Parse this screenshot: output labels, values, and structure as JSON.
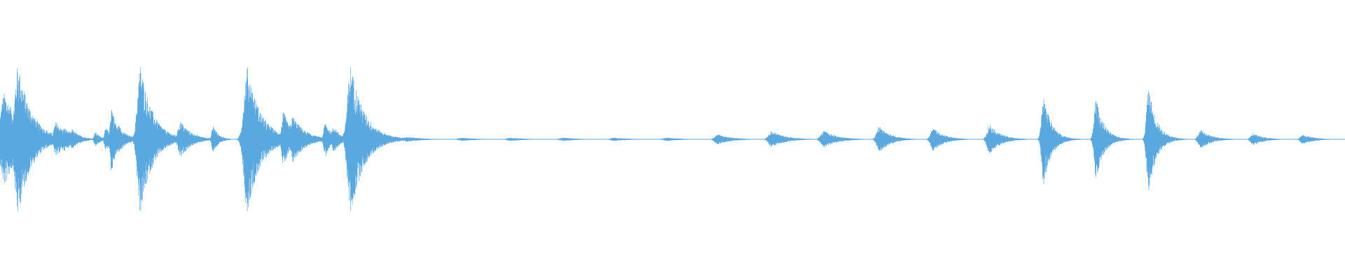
{
  "waveform": {
    "color": "#5aa8e0",
    "baseline_amplitude": 0.004,
    "duration": 1.0,
    "bursts": [
      {
        "t": 0.0035,
        "amp": 0.56,
        "decay": 0.012
      },
      {
        "t": 0.0135,
        "amp": 0.91,
        "decay": 0.01
      },
      {
        "t": 0.0235,
        "amp": 0.1,
        "decay": 0.012
      },
      {
        "t": 0.042,
        "amp": 0.21,
        "decay": 0.008
      },
      {
        "t": 0.048,
        "amp": 0.14,
        "decay": 0.008
      },
      {
        "t": 0.054,
        "amp": 0.12,
        "decay": 0.006
      },
      {
        "t": 0.071,
        "amp": 0.09,
        "decay": 0.004
      },
      {
        "t": 0.079,
        "amp": 0.14,
        "decay": 0.005
      },
      {
        "t": 0.083,
        "amp": 0.43,
        "decay": 0.004
      },
      {
        "t": 0.088,
        "amp": 0.18,
        "decay": 0.006
      },
      {
        "t": 0.1045,
        "amp": 0.9,
        "decay": 0.009
      },
      {
        "t": 0.1345,
        "amp": 0.22,
        "decay": 0.008
      },
      {
        "t": 0.142,
        "amp": 0.08,
        "decay": 0.005
      },
      {
        "t": 0.1585,
        "amp": 0.17,
        "decay": 0.004
      },
      {
        "t": 0.184,
        "amp": 0.88,
        "decay": 0.01
      },
      {
        "t": 0.195,
        "amp": 0.08,
        "decay": 0.008
      },
      {
        "t": 0.211,
        "amp": 0.33,
        "decay": 0.006
      },
      {
        "t": 0.218,
        "amp": 0.28,
        "decay": 0.009
      },
      {
        "t": 0.242,
        "amp": 0.21,
        "decay": 0.005
      },
      {
        "t": 0.248,
        "amp": 0.17,
        "decay": 0.005
      },
      {
        "t": 0.261,
        "amp": 0.9,
        "decay": 0.01
      },
      {
        "t": 0.303,
        "amp": 0.03,
        "decay": 0.012
      },
      {
        "t": 0.344,
        "amp": 0.02,
        "decay": 0.012
      },
      {
        "t": 0.38,
        "amp": 0.02,
        "decay": 0.012
      },
      {
        "t": 0.419,
        "amp": 0.02,
        "decay": 0.012
      },
      {
        "t": 0.457,
        "amp": 0.02,
        "decay": 0.012
      },
      {
        "t": 0.496,
        "amp": 0.02,
        "decay": 0.012
      },
      {
        "t": 0.534,
        "amp": 0.06,
        "decay": 0.01
      },
      {
        "t": 0.574,
        "amp": 0.1,
        "decay": 0.01
      },
      {
        "t": 0.613,
        "amp": 0.1,
        "decay": 0.01
      },
      {
        "t": 0.654,
        "amp": 0.16,
        "decay": 0.008
      },
      {
        "t": 0.694,
        "amp": 0.14,
        "decay": 0.008
      },
      {
        "t": 0.736,
        "amp": 0.18,
        "decay": 0.008
      },
      {
        "t": 0.776,
        "amp": 0.54,
        "decay": 0.006
      },
      {
        "t": 0.815,
        "amp": 0.49,
        "decay": 0.006
      },
      {
        "t": 0.854,
        "amp": 0.64,
        "decay": 0.006
      },
      {
        "t": 0.893,
        "amp": 0.11,
        "decay": 0.008
      },
      {
        "t": 0.932,
        "amp": 0.07,
        "decay": 0.008
      },
      {
        "t": 0.969,
        "amp": 0.06,
        "decay": 0.008
      }
    ]
  }
}
